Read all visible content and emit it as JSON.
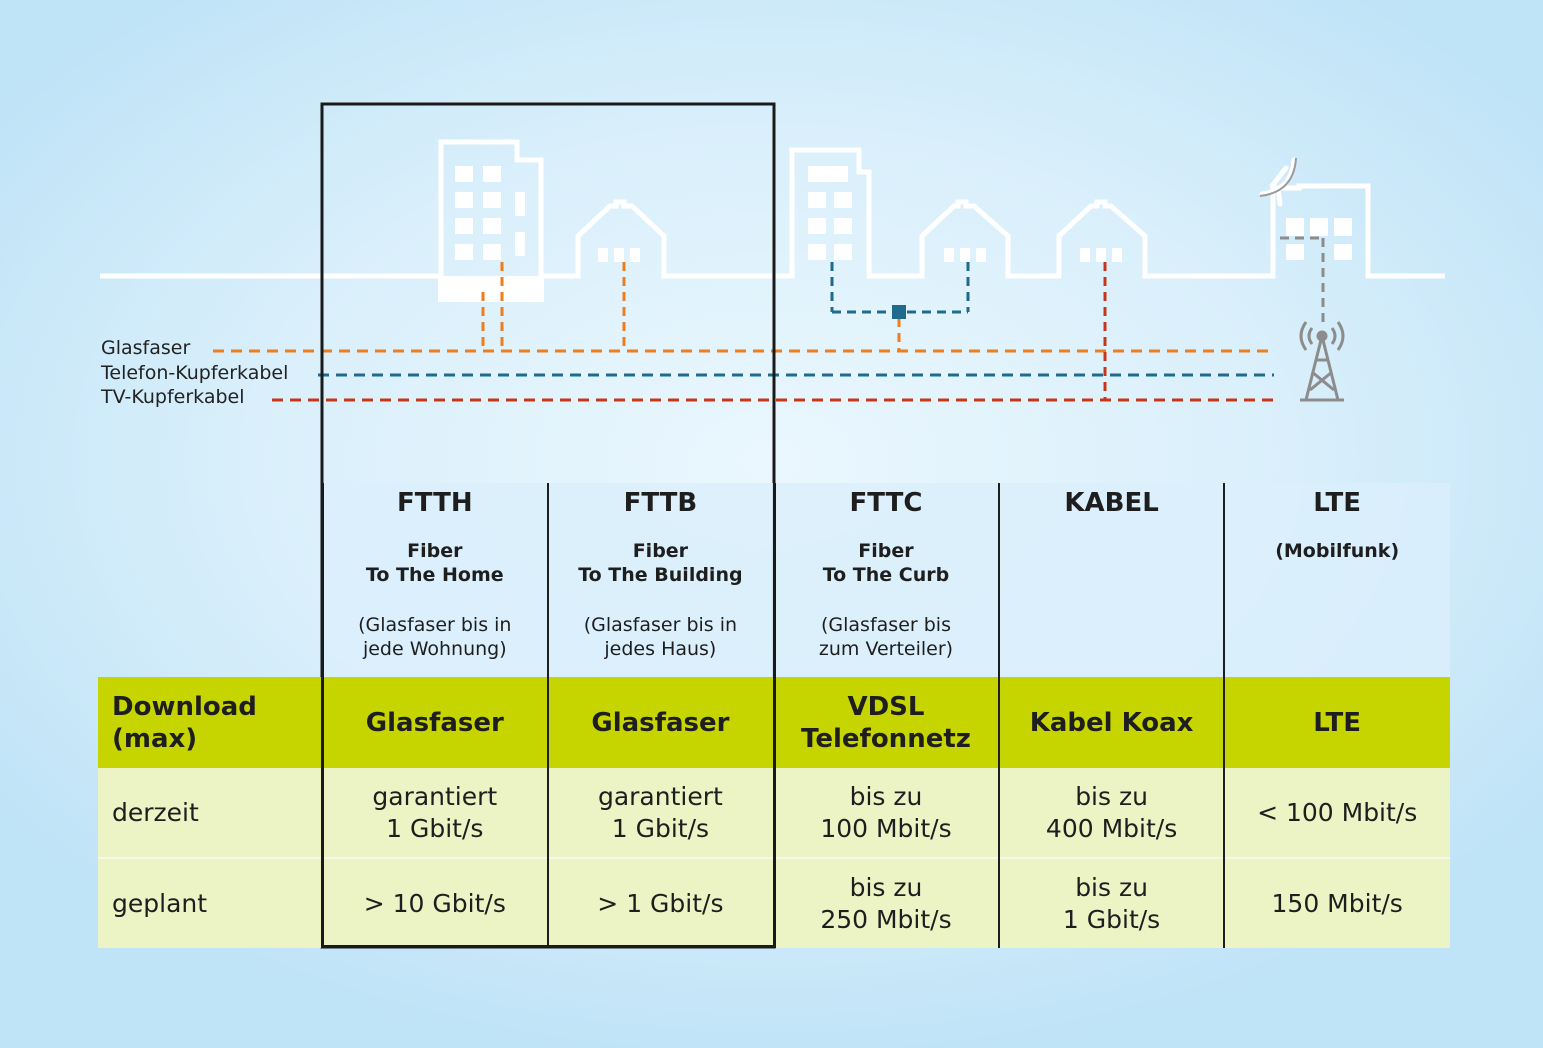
{
  "legend": {
    "glasfaser": "Glasfaser",
    "telefon": "Telefon-Kupferkabel",
    "tv": "TV-Kupferkabel"
  },
  "columns": [
    {
      "title": "FTTH",
      "subtitle": "Fiber\nTo The Home",
      "description": "(Glasfaser bis in\njede Wohnung)"
    },
    {
      "title": "FTTB",
      "subtitle": "Fiber\nTo The Building",
      "description": "(Glasfaser bis in\njedes Haus)"
    },
    {
      "title": "FTTC",
      "subtitle": "Fiber\nTo The Curb",
      "description": "(Glasfaser bis\nzum Verteiler)"
    },
    {
      "title": "KABEL",
      "subtitle": "",
      "description": ""
    },
    {
      "title": "LTE",
      "subtitle": "(Mobilfunk)",
      "description": ""
    }
  ],
  "rows": {
    "download": {
      "label": "Download\n(max)",
      "values": [
        "Glasfaser",
        "Glasfaser",
        "VDSL\nTelefonnetz",
        "Kabel Koax",
        "LTE"
      ]
    },
    "derzeit": {
      "label": "derzeit",
      "values": [
        "garantiert\n1 Gbit/s",
        "garantiert\n1 Gbit/s",
        "bis zu\n100 Mbit/s",
        "bis zu\n400 Mbit/s",
        "< 100 Mbit/s"
      ]
    },
    "geplant": {
      "label": "geplant",
      "values": [
        "> 10 Gbit/s",
        "> 1 Gbit/s",
        "bis zu\n250 Mbit/s",
        "bis zu\n1 Gbit/s",
        "150 Mbit/s"
      ]
    }
  },
  "colors": {
    "glasfaser": "#ee7d1e",
    "telefon": "#1f6b8e",
    "tv": "#c5371a",
    "highlight_row": "#c6d400",
    "data_row": "#ecf3c5"
  },
  "icons": [
    "building-icon",
    "house-icon",
    "satellite-dish-icon",
    "antenna-tower-icon",
    "distributor-box-icon"
  ]
}
